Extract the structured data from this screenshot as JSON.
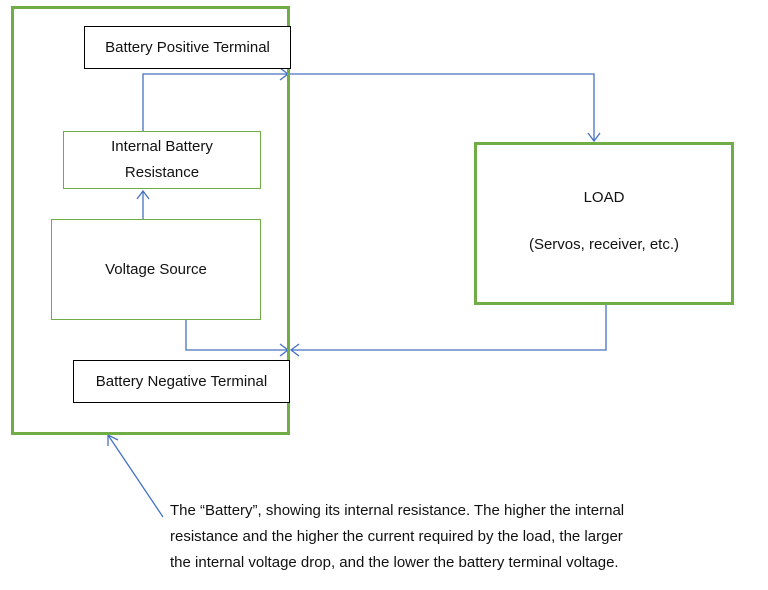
{
  "battery": {
    "positive_terminal_label": "Battery Positive Terminal",
    "negative_terminal_label": "Battery Negative Terminal",
    "internal_resistance_label_line1": "Internal Battery",
    "internal_resistance_label_line2": "Resistance",
    "voltage_source_label": "Voltage Source"
  },
  "load": {
    "title": "LOAD",
    "subtitle": "(Servos, receiver, etc.)"
  },
  "caption": {
    "line1": "The “Battery”, showing its internal resistance.  The higher the internal",
    "line2": "resistance and the higher the current required by the load, the larger",
    "line3": "the internal voltage drop, and the lower the battery terminal voltage."
  },
  "colors": {
    "box_border": "#70ad47",
    "wire": "#4472c4",
    "terminal_border": "#000000"
  }
}
